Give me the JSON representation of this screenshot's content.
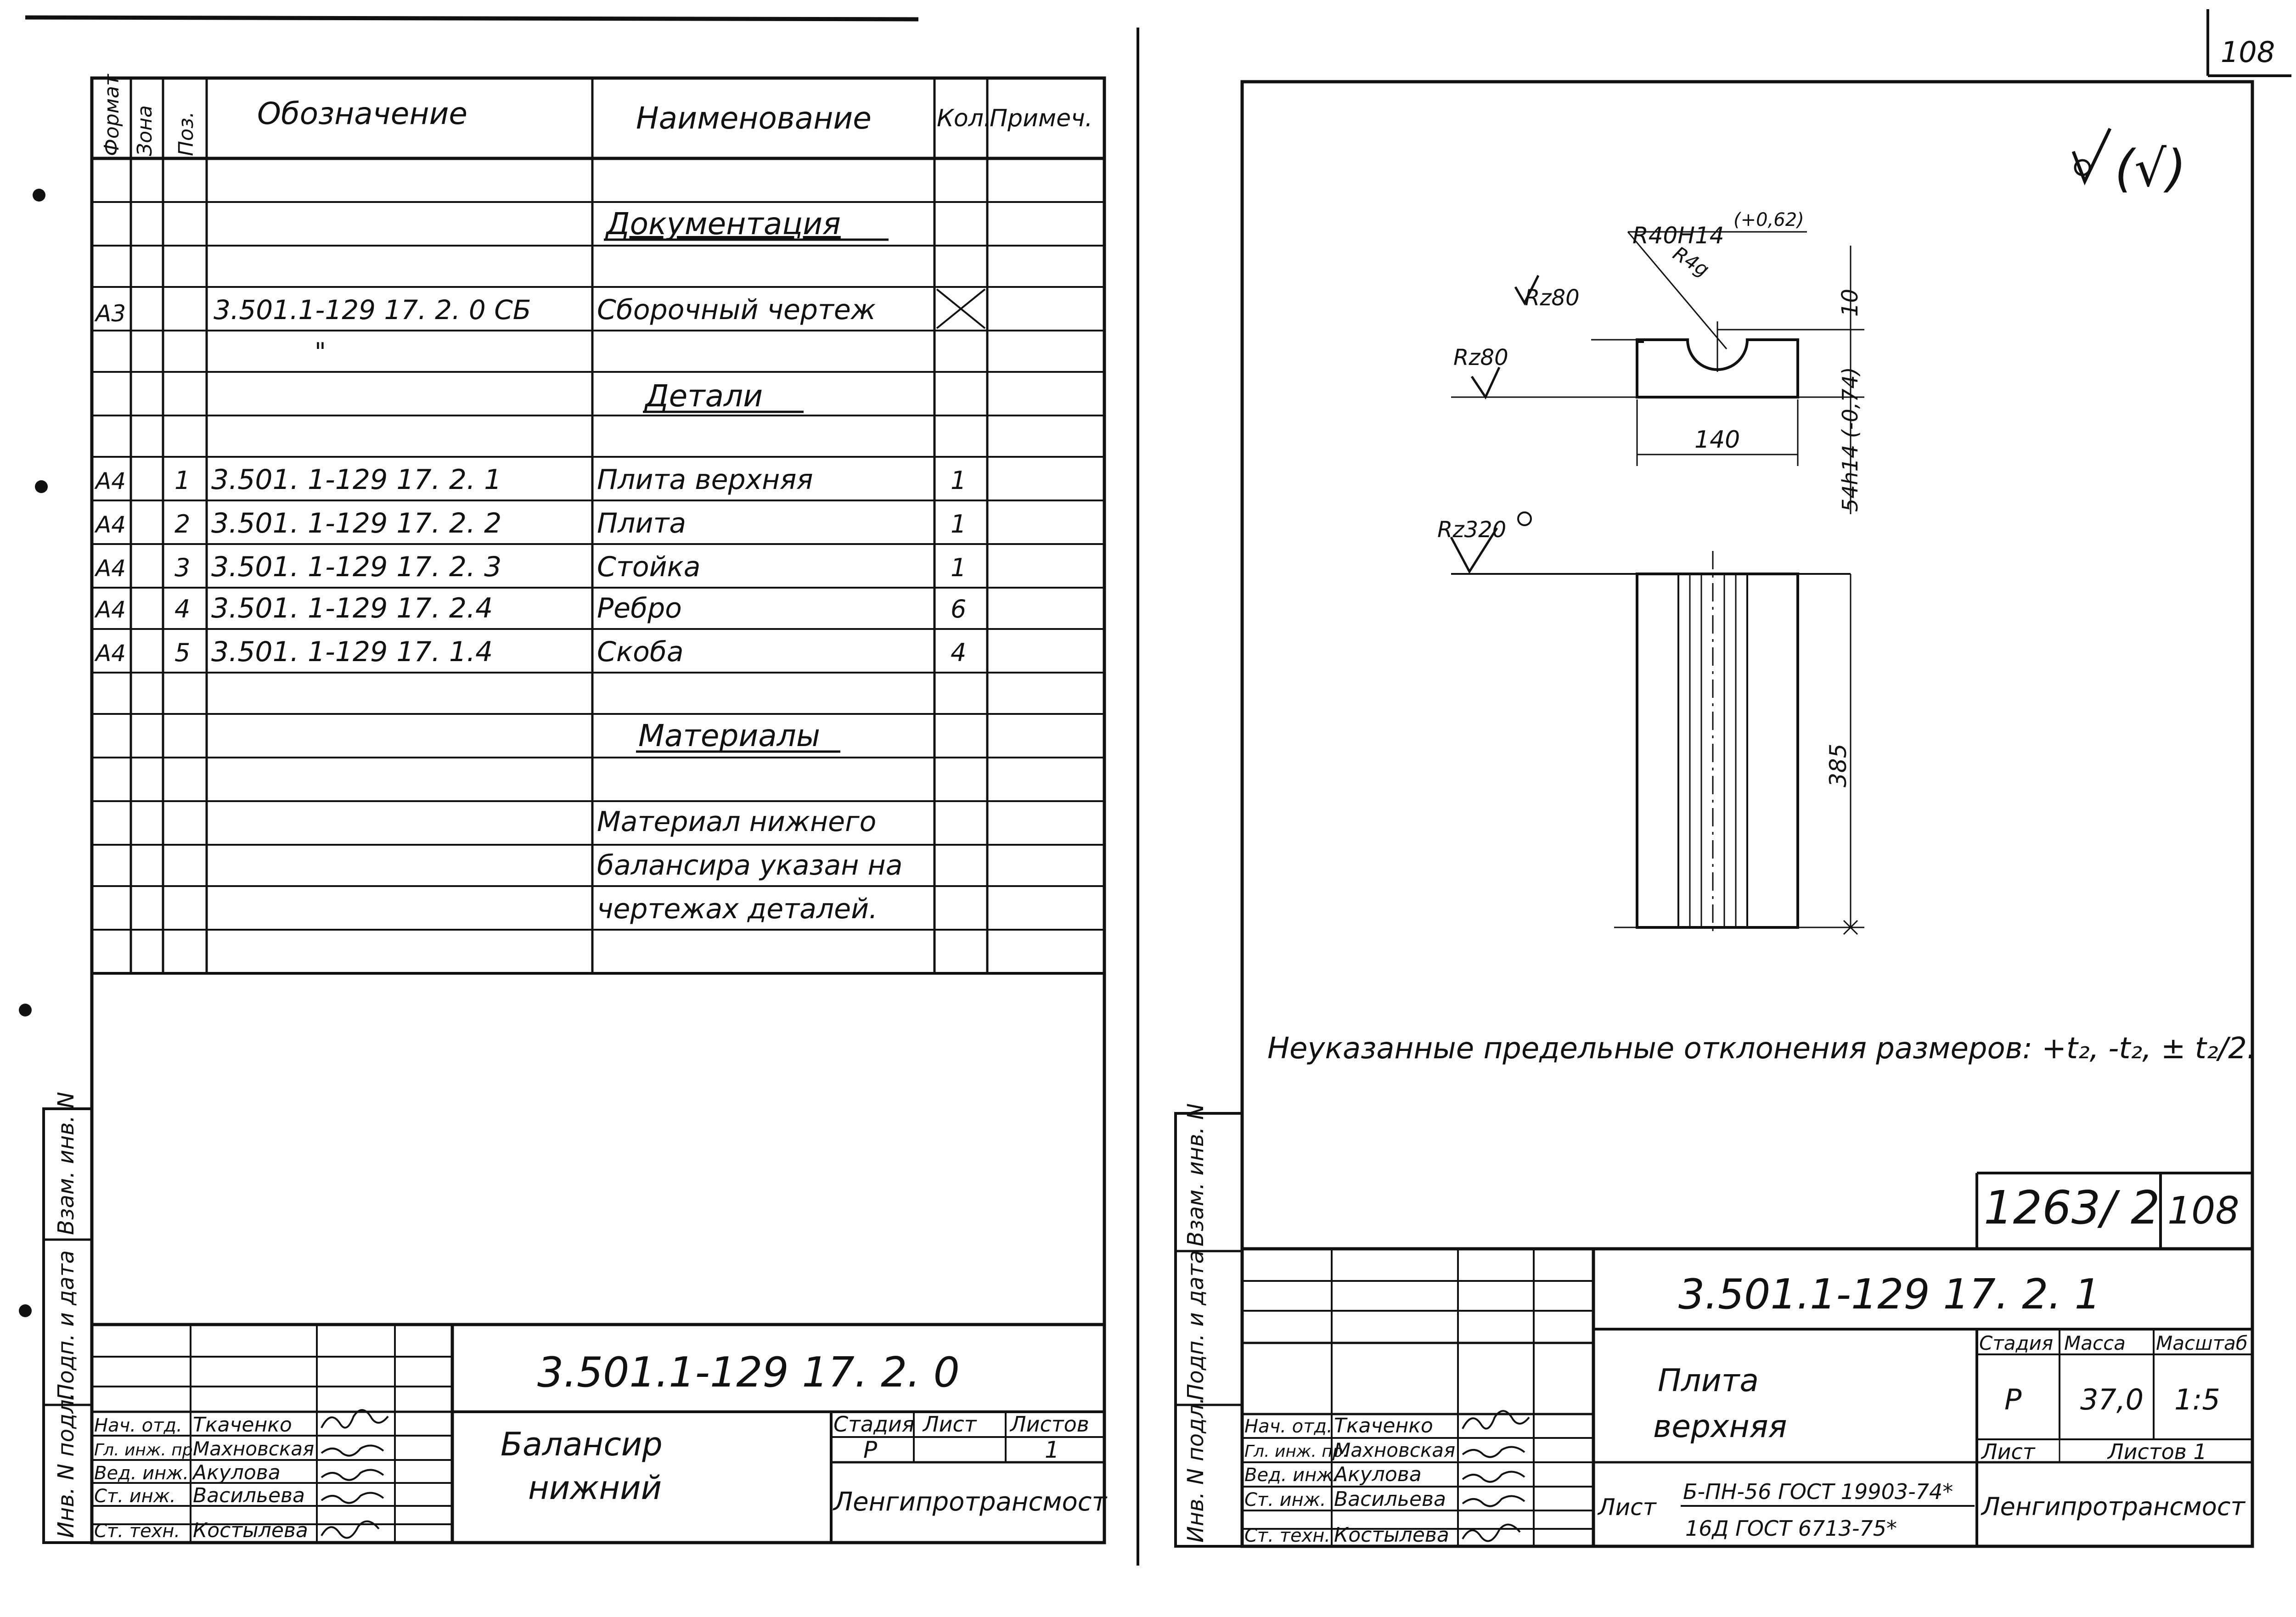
{
  "page_number": "108",
  "left_sheet": {
    "columns": {
      "format": "Формат",
      "zone": "Зона",
      "pos": "Поз.",
      "designation": "Обозначение",
      "name": "Наименование",
      "qty": "Кол.",
      "note": "Примеч."
    },
    "sections": {
      "documentation": "Документация",
      "details": "Детали",
      "materials": "Материалы"
    },
    "doc_row": {
      "format": "А3",
      "designation": "3.501.1-129 17. 2. 0 СБ",
      "name": "Сборочный чертеж",
      "ditto": "\""
    },
    "rows": [
      {
        "format": "А4",
        "pos": "1",
        "designation": "3.501. 1-129 17. 2. 1",
        "name": "Плита верхняя",
        "qty": "1"
      },
      {
        "format": "А4",
        "pos": "2",
        "designation": "3.501. 1-129 17. 2. 2",
        "name": "Плита",
        "qty": "1"
      },
      {
        "format": "А4",
        "pos": "3",
        "designation": "3.501. 1-129 17. 2. 3",
        "name": "Стойка",
        "qty": "1"
      },
      {
        "format": "А4",
        "pos": "4",
        "designation": "3.501. 1-129 17. 2.4",
        "name": "Ребро",
        "qty": "6"
      },
      {
        "format": "А4",
        "pos": "5",
        "designation": "3.501. 1-129 17. 1.4",
        "name": "Скоба",
        "qty": "4"
      }
    ],
    "material_note": [
      "Материал нижнего",
      "балансира указан на",
      "чертежах деталей."
    ],
    "side_labels": [
      "Взам. инв. N",
      "Подп. и дата",
      "Инв. N подл."
    ],
    "title_block": {
      "code": "3.501.1-129 17. 2. 0",
      "title_line1": "Балансир",
      "title_line2": "нижний",
      "stage_label": "Стадия",
      "sheet_label": "Лист",
      "sheets_label": "Листов",
      "stage": "Р",
      "sheets": "1",
      "org": "Ленгипротрансмост",
      "signers": [
        {
          "role": "Нач. отд.",
          "name": "Ткаченко"
        },
        {
          "role": "Гл. инж. пр.",
          "name": "Махновская"
        },
        {
          "role": "Вед. инж.",
          "name": "Акулова"
        },
        {
          "role": "Ст. инж.",
          "name": "Васильева"
        },
        {
          "role": "Ст. техн.",
          "name": "Костылева"
        }
      ]
    }
  },
  "right_sheet": {
    "roughness_general": "(√)",
    "dims": {
      "r40": "R40H14",
      "r40_tol": "(+0,62)",
      "r4": "R4g",
      "rz80a": "Rz80",
      "rz80b": "Rz80",
      "ten": "10",
      "w140": "140",
      "h54": "54h14 (-0,74)",
      "rz320": "Rz320",
      "l385": "385"
    },
    "note": "Неуказанные предельные отклонения размеров: +t₂, -t₂, ± t₂/2.",
    "stamp": {
      "num": "1263/ 2",
      "page": "108"
    },
    "side_labels": [
      "Взам. инв. N",
      "Подп. и дата",
      "Инв. N подл."
    ],
    "title_block": {
      "code": "3.501.1-129 17. 2. 1",
      "title_line1": "Плита",
      "title_line2": "верхняя",
      "stage_label": "Стадия",
      "mass_label": "Масса",
      "scale_label": "Масштаб",
      "stage": "Р",
      "mass": "37,0",
      "scale": "1:5",
      "sheet_label": "Лист",
      "sheets_label": "Листов 1",
      "material_prefix": "Лист",
      "material_line1": "Б-ПН-56 ГОСТ 19903-74*",
      "material_line2": "16Д ГОСТ 6713-75*",
      "org": "Ленгипротрансмост",
      "signers": [
        {
          "role": "Нач. отд.",
          "name": "Ткаченко"
        },
        {
          "role": "Гл. инж. пр.",
          "name": "Махновская"
        },
        {
          "role": "Вед. инж.",
          "name": "Акулова"
        },
        {
          "role": "Ст. инж.",
          "name": "Васильева"
        },
        {
          "role": "Ст. техн.",
          "name": "Костылева"
        }
      ]
    }
  }
}
